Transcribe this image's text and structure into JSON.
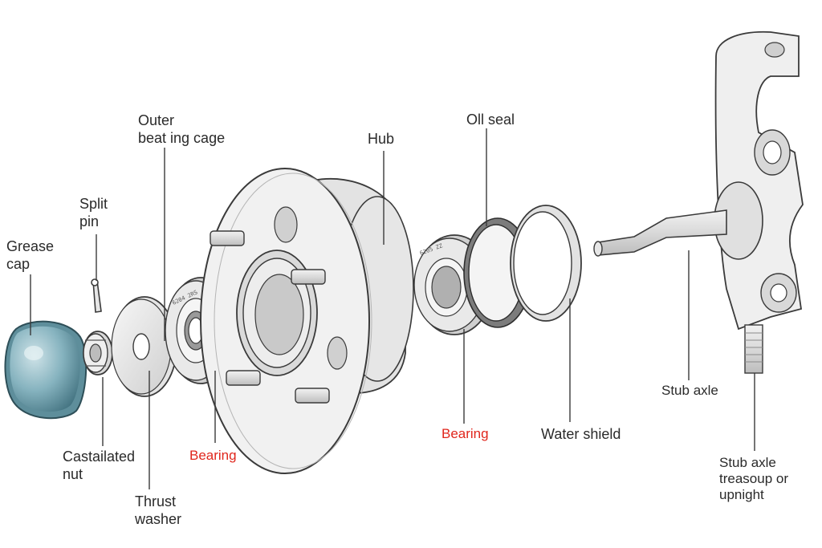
{
  "labels": {
    "grease_cap": [
      "Grease",
      "cap"
    ],
    "split_pin": [
      "Split",
      "pin"
    ],
    "outer_bearing_cage": [
      "Outer",
      "beat ing cage"
    ],
    "hub": "Hub",
    "oil_seal": "Oll seal",
    "castailated_nut": [
      "Castailated",
      "nut"
    ],
    "thrust_washer": [
      "Thrust",
      "washer"
    ],
    "bearing_outer": "Bearing",
    "bearing_inner": "Bearing",
    "water_shield": "Water shield",
    "stub_axle": "Stub axle",
    "stub_axle_upright": [
      "Stub axle",
      "treasoup or",
      "upnight"
    ]
  },
  "colors": {
    "line": "#3a3a3a",
    "part_fill": "#ededed",
    "part_shade": "#d4d4d4",
    "grease_cap": "#7aa6b4",
    "highlight_label": "#e0261c"
  }
}
